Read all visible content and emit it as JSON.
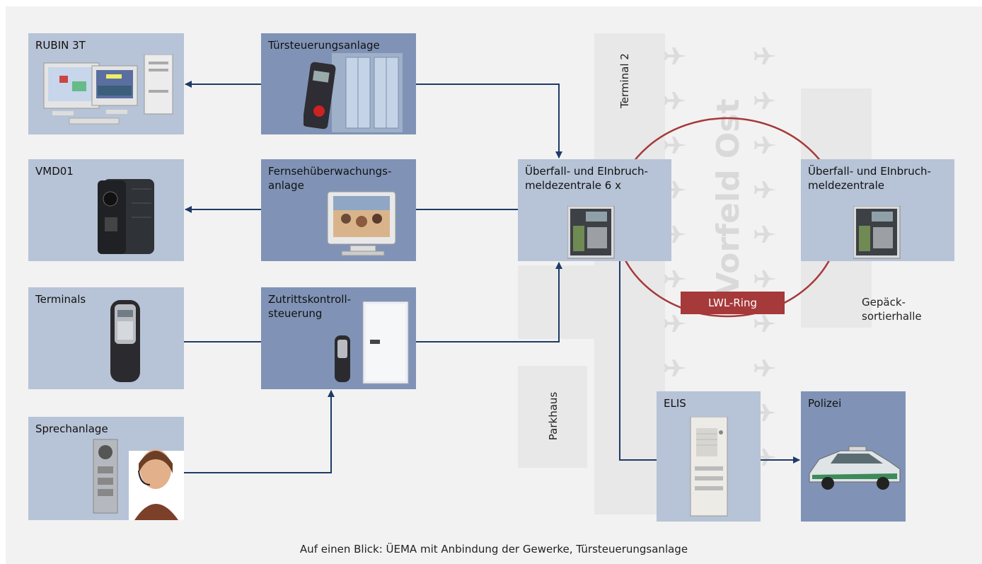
{
  "boxes": {
    "rubin": "RUBIN 3T",
    "tuer": "Türsteuerungsanlage",
    "vmd": "VMD01",
    "fernseh_1": "Fernsehüberwachungs-",
    "fernseh_2": "anlage",
    "terminals": "Terminals",
    "zutritt_1": "Zutrittskontroll-",
    "zutritt_2": "steuerung",
    "sprech": "Sprechanlage",
    "uema_main_1": "Überfall- und EInbruch-",
    "uema_main_2": "meldezentrale 6 x",
    "uema_right_1": "Überfall- und EInbruch-",
    "uema_right_2": "meldezentrale",
    "elis": "ELIS",
    "polizei": "Polizei"
  },
  "map": {
    "terminal2": "Terminal 2",
    "vorfeld": "Vorfeld Ost",
    "parkhaus": "Parkhaus",
    "gepaeck_1": "Gepäck-",
    "gepaeck_2": "sortierhalle",
    "lwl": "LWL-Ring"
  },
  "caption": "Auf einen Blick: ÜEMA mit Anbindung der Gewerke, Türsteuerungsanlage",
  "colors": {
    "light_box": "#b7c3d6",
    "dark_box": "#8093b6",
    "connector": "#1f3a68",
    "ring": "#a6393a",
    "background": "#f2f2f2"
  }
}
